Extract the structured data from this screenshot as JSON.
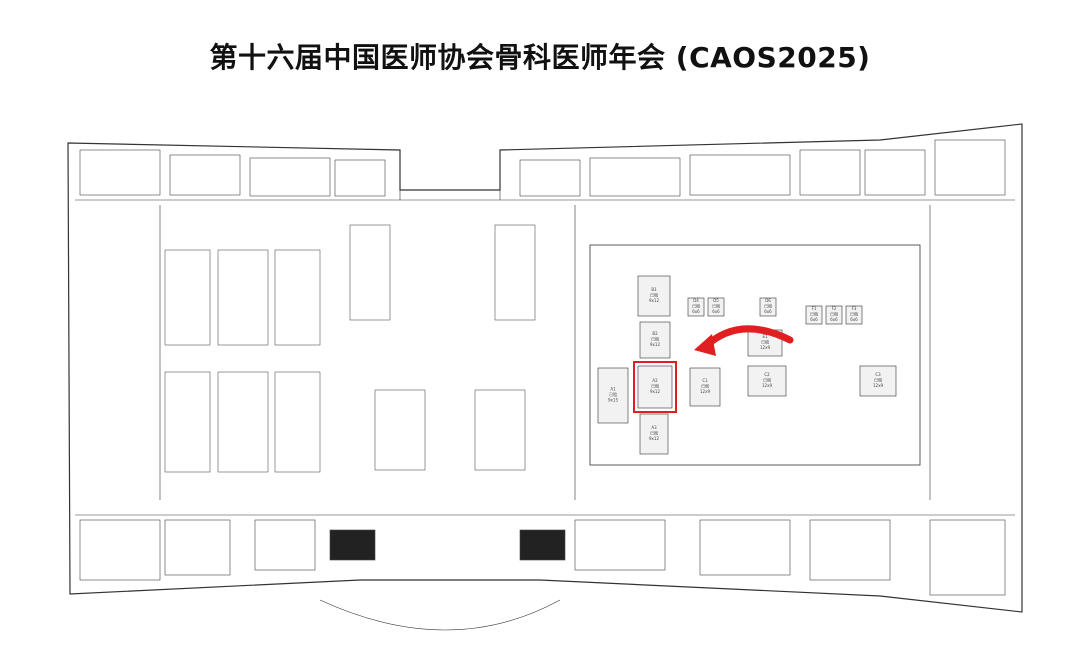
{
  "title": "第十六届中国医师协会骨科医师年会 (CAOS2025)",
  "colors": {
    "line": "#333333",
    "booth_fill": "#f2f2f2",
    "highlight": "#e02020",
    "arrow": "#e02020"
  },
  "highlight_booth": {
    "code": "A2",
    "status": "已租",
    "area": "9x12"
  },
  "booths": [
    {
      "code": "A1",
      "status": "已租",
      "area": "9x15"
    },
    {
      "code": "A2",
      "status": "已租",
      "area": "9x12"
    },
    {
      "code": "A3",
      "status": "已租",
      "area": "9x12"
    },
    {
      "code": "B1",
      "status": "已租",
      "area": "9x12"
    },
    {
      "code": "B2",
      "status": "已租",
      "area": "9x12"
    },
    {
      "code": "C1",
      "status": "已租",
      "area": "12x9"
    },
    {
      "code": "C2",
      "status": "已租",
      "area": "12x9"
    },
    {
      "code": "C3",
      "status": "已租",
      "area": "12x9"
    },
    {
      "code": "D4",
      "status": "已租",
      "area": "6x6"
    },
    {
      "code": "D5",
      "status": "已租",
      "area": "6x6"
    },
    {
      "code": "D6",
      "status": "已租",
      "area": "6x6"
    },
    {
      "code": "E1",
      "status": "已租",
      "area": "12x9"
    },
    {
      "code": "F1",
      "status": "已租",
      "area": "6x6"
    },
    {
      "code": "F2",
      "status": "已租",
      "area": "6x6"
    },
    {
      "code": "F3",
      "status": "已租",
      "area": "6x6"
    }
  ]
}
